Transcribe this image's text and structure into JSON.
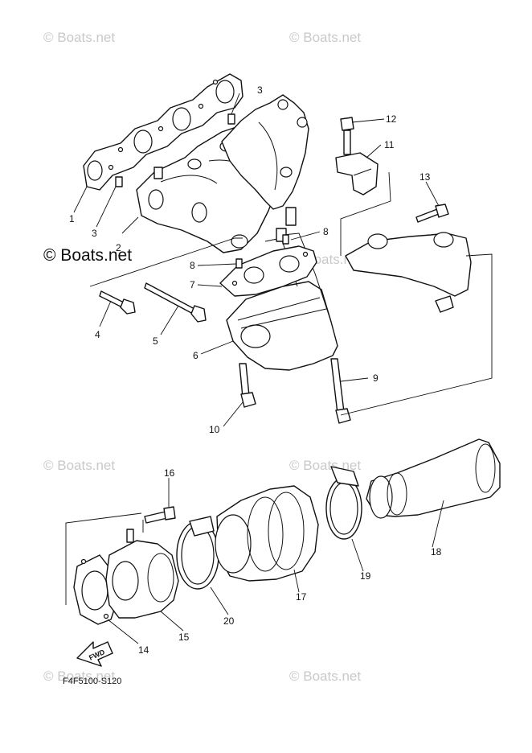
{
  "watermarks": {
    "faint": "© Boats.net",
    "bold": "© Boats.net"
  },
  "callouts": {
    "c1": "1",
    "c2": "2",
    "c3a": "3",
    "c3b": "3",
    "c4": "4",
    "c5": "5",
    "c6": "6",
    "c7": "7",
    "c8a": "8",
    "c8b": "8",
    "c9": "9",
    "c10": "10",
    "c11": "11",
    "c12": "12",
    "c13": "13",
    "c14": "14",
    "c15": "15",
    "c16": "16",
    "c17": "17",
    "c18": "18",
    "c19": "19",
    "c20": "20"
  },
  "direction_label": "FWD",
  "diagram_code": "F4F5100-S120",
  "colors": {
    "line": "#111111",
    "watermark": "#c9c9c9",
    "background": "#ffffff"
  }
}
